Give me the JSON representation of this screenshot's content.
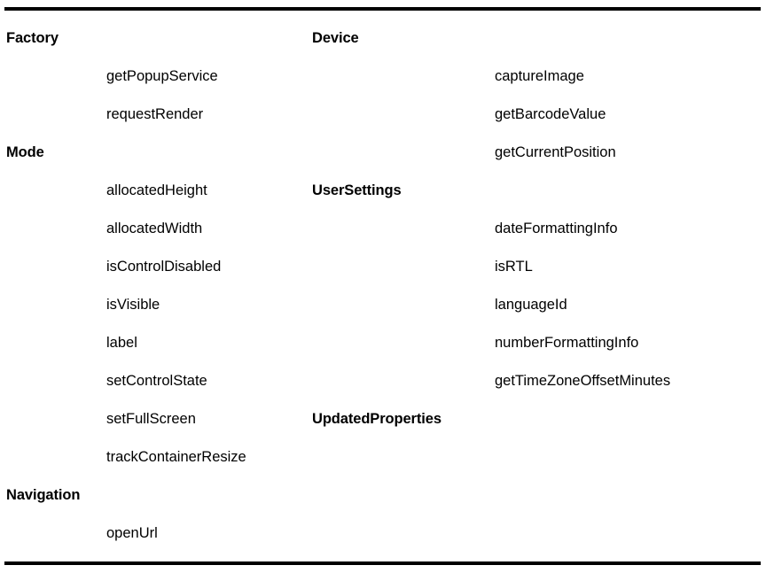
{
  "document": {
    "type": "api-reference-table",
    "columns": 2,
    "rule_color": "#000000",
    "text_color": "#000000",
    "background_color": "#ffffff"
  },
  "rows": [
    {
      "left_group": "Factory",
      "left_member": "",
      "right_group": "Device",
      "right_member": ""
    },
    {
      "left_group": "",
      "left_member": "getPopupService",
      "right_group": "",
      "right_member": "captureImage"
    },
    {
      "left_group": "",
      "left_member": "requestRender",
      "right_group": "",
      "right_member": "getBarcodeValue"
    },
    {
      "left_group": "Mode",
      "left_member": "",
      "right_group": "",
      "right_member": "getCurrentPosition"
    },
    {
      "left_group": "",
      "left_member": "allocatedHeight",
      "right_group": "UserSettings",
      "right_member": ""
    },
    {
      "left_group": "",
      "left_member": "allocatedWidth",
      "right_group": "",
      "right_member": "dateFormattingInfo"
    },
    {
      "left_group": "",
      "left_member": "isControlDisabled",
      "right_group": "",
      "right_member": "isRTL"
    },
    {
      "left_group": "",
      "left_member": "isVisible",
      "right_group": "",
      "right_member": "languageId"
    },
    {
      "left_group": "",
      "left_member": "label",
      "right_group": "",
      "right_member": "numberFormattingInfo"
    },
    {
      "left_group": "",
      "left_member": "setControlState",
      "right_group": "",
      "right_member": "getTimeZoneOffsetMinutes"
    },
    {
      "left_group": "",
      "left_member": "setFullScreen",
      "right_group": "UpdatedProperties",
      "right_member": ""
    },
    {
      "left_group": "",
      "left_member": "trackContainerResize",
      "right_group": "",
      "right_member": ""
    },
    {
      "left_group": "Navigation",
      "left_member": "",
      "right_group": "",
      "right_member": ""
    },
    {
      "left_group": "",
      "left_member": "openUrl",
      "right_group": "",
      "right_member": ""
    }
  ],
  "groups": {
    "left": [
      "Factory",
      "Mode",
      "Navigation"
    ],
    "right": [
      "Device",
      "UserSettings",
      "UpdatedProperties"
    ]
  }
}
